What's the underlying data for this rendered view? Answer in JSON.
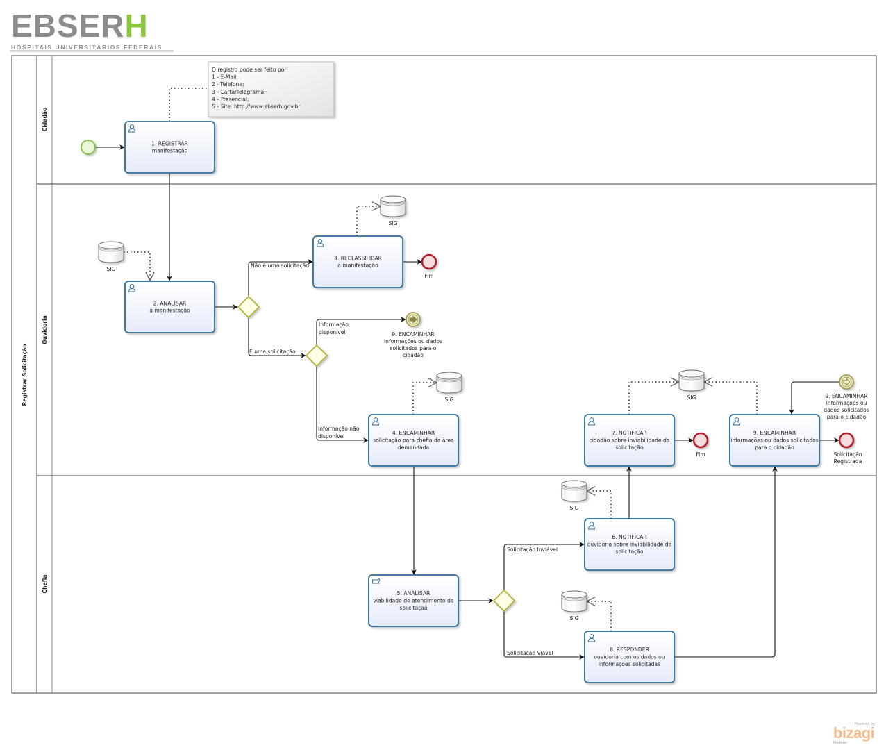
{
  "logo": {
    "brand_main": "EBSER",
    "brand_accent": "H",
    "subtitle": "HOSPITAIS UNIVERSITÁRIOS FEDERAIS",
    "accent_color": "#8dc63f",
    "text_color": "#8c8c8c"
  },
  "footer": {
    "powered_by": "Powered by",
    "product": "bizagi",
    "edition": "Modeler"
  },
  "colors": {
    "task_border": "#2f6f9c",
    "task_fill_top": "#ffffff",
    "task_fill_bottom": "#e8edfa",
    "start_stroke": "#7fbf3f",
    "start_fill": "#eaf7d9",
    "end_stroke": "#b01c2a",
    "end_fill": "#f7dede",
    "gateway_stroke": "#b5b33a",
    "gateway_fill": "#fefde6",
    "link_stroke": "#a59f5c",
    "link_fill": "#f2f0c8",
    "lane_line": "#555555"
  },
  "pool": {
    "name": "Registrar Solicitação",
    "lanes": [
      {
        "id": "cidadao",
        "name": "Cidadão"
      },
      {
        "id": "ouvidoria",
        "name": "Ouvidoria"
      },
      {
        "id": "chefia",
        "name": "Chefia"
      }
    ]
  },
  "annotation": {
    "lines": [
      "O registro pode ser feito por:",
      "  1 - E-Mail;",
      "  2 - Telefone;",
      "  3 - Carta/Telegrama;",
      "  4 - Presencial;",
      "  5 - Site: http://www.ebserh.gov.br"
    ]
  },
  "tasks": [
    {
      "id": "t1",
      "lane": "cidadao",
      "icon": "user-task-icon",
      "lines": [
        "1. REGISTRAR",
        "manifestação"
      ]
    },
    {
      "id": "t2",
      "lane": "ouvidoria",
      "icon": "user-task-icon",
      "lines": [
        "2. ANALISAR",
        "a manifestação"
      ]
    },
    {
      "id": "t3",
      "lane": "ouvidoria",
      "icon": "user-task-icon",
      "lines": [
        "3. RECLASSIFICAR",
        "a manifestação"
      ]
    },
    {
      "id": "t4",
      "lane": "ouvidoria",
      "icon": "user-task-icon",
      "lines": [
        "4. ENCAMINHAR",
        "solicitação para chefia da área",
        "demandada"
      ]
    },
    {
      "id": "t5",
      "lane": "chefia",
      "icon": "manual-task-icon",
      "lines": [
        "5. ANALISAR",
        "viabilidade de atendimento da",
        "solicitação"
      ]
    },
    {
      "id": "t6",
      "lane": "chefia",
      "icon": "user-task-icon",
      "lines": [
        "6. NOTIFICAR",
        "ouvidoria sobre inviabilidade da",
        "solicitação"
      ]
    },
    {
      "id": "t7",
      "lane": "ouvidoria",
      "icon": "user-task-icon",
      "lines": [
        "7. NOTIFICAR",
        "cidadão sobre inviabilidade da",
        "solicitação"
      ]
    },
    {
      "id": "t8",
      "lane": "chefia",
      "icon": "user-task-icon",
      "lines": [
        "8. RESPONDER",
        "ouvidoria com os dados ou",
        "informações solicitadas"
      ]
    },
    {
      "id": "t9",
      "lane": "ouvidoria",
      "icon": "user-task-icon",
      "lines": [
        "9. ENCAMINHAR",
        "informações ou dados solicitados",
        "para o cidadão"
      ]
    }
  ],
  "events": [
    {
      "id": "start",
      "type": "start",
      "label": []
    },
    {
      "id": "end1",
      "type": "end",
      "label": [
        "Fim"
      ]
    },
    {
      "id": "end2",
      "type": "end",
      "label": [
        "Fim"
      ]
    },
    {
      "id": "end3",
      "type": "end",
      "label": [
        "Solicitação",
        "Registrada"
      ]
    },
    {
      "id": "link_throw",
      "type": "link-throw",
      "label": [
        "9. ENCAMINHAR",
        "informações ou dados",
        "solicitados para o",
        "cidadão"
      ]
    },
    {
      "id": "link_catch",
      "type": "link-catch",
      "label": [
        "9. ENCAMINHAR",
        "informações ou",
        "dados solicitados",
        "para o cidadão"
      ]
    }
  ],
  "gateways": [
    {
      "id": "g1"
    },
    {
      "id": "g2"
    },
    {
      "id": "g3"
    }
  ],
  "datastores": [
    {
      "id": "ds2",
      "label": "SIG"
    },
    {
      "id": "ds3",
      "label": "SIG"
    },
    {
      "id": "ds4",
      "label": "SIG"
    },
    {
      "id": "ds79",
      "label": "SIG"
    },
    {
      "id": "ds6",
      "label": "SIG"
    },
    {
      "id": "ds8",
      "label": "SIG"
    }
  ],
  "flow_labels": {
    "nao_solicitacao": "Não é uma solicitação",
    "e_solicitacao": "É uma solicitação",
    "info_disponivel": [
      "Informação",
      "disponível"
    ],
    "info_nao_disponivel": [
      "Informação não",
      "disponível"
    ],
    "inviavel": "Solicitação Inviável",
    "viavel": "Solicitação Viável"
  }
}
